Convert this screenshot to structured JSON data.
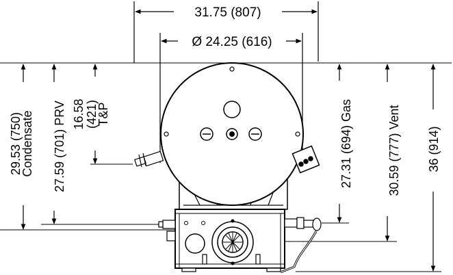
{
  "drawing": {
    "line_color": "#000000",
    "background": "#ffffff"
  },
  "dimensions": {
    "overall_width": "31.75 (807)",
    "tank_diameter": "Ø 24.25 (616)",
    "condensate_height_value": "29.53 (750)",
    "condensate_height_name": "Condensate",
    "prv_height": "27.59 (701) PRV",
    "tp_height_line1": "16.58",
    "tp_height_line2": "(421)",
    "tp_height_line3": "T&P",
    "gas_height": "27.31 (694) Gas",
    "vent_height": "30.59 (777) Vent",
    "overall_height": "36 (914)"
  }
}
